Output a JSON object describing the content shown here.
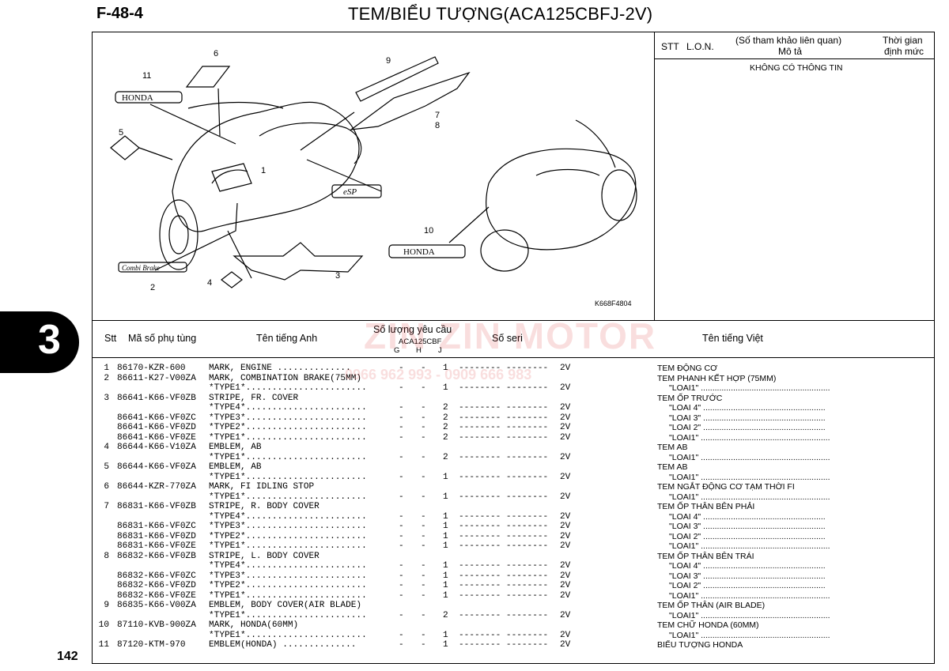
{
  "header": {
    "code": "F-48-4",
    "title": "TEM/BIỂU TƯỢNG(ACA125CBFJ-2V)"
  },
  "section_tab": "3",
  "page_number": "142",
  "right_panel": {
    "col_stt": "STT",
    "col_lon": "L.O.N.",
    "col_ref": "(Số tham khảo liên quan)",
    "col_desc": "Mô tả",
    "col_time_1": "Thời gian",
    "col_time_2": "định mức",
    "note": "KHÔNG CÓ THÔNG TIN"
  },
  "diagram": {
    "figure_code": "K668F4804",
    "callouts": [
      "1",
      "2",
      "3",
      "4",
      "5",
      "6",
      "7",
      "8",
      "9",
      "10",
      "11"
    ],
    "decal_text_honda": "HONDA",
    "decal_text_combi": "Combi Brake",
    "decal_text_esp": "eSP"
  },
  "table": {
    "headers": {
      "stt": "Stt",
      "part_no": "Mã số phụ tùng",
      "name_en": "Tên tiếng Anh",
      "qty": "Số lượng yêu cầu",
      "model": "ACA125CBF",
      "col_g": "G",
      "col_h": "H",
      "col_j": "J",
      "serial": "Số seri",
      "name_vn": "Tên tiếng Việt"
    },
    "rows": [
      {
        "no": "1",
        "part": "86170-KZR-600",
        "name": "MARK, ENGINE ..............",
        "g": "-",
        "h": "-",
        "j": "1",
        "serial": "-------- --------",
        "ver": "2V"
      },
      {
        "no": "2",
        "part": "86611-K27-V00ZA",
        "name": "MARK, COMBINATION BRAKE(75MM)",
        "g": "",
        "h": "",
        "j": "",
        "serial": "",
        "ver": ""
      },
      {
        "no": "",
        "part": "",
        "name": "*TYPE1*.......................",
        "g": "-",
        "h": "-",
        "j": "1",
        "serial": "-------- --------",
        "ver": "2V"
      },
      {
        "no": "3",
        "part": "86641-K66-VF0ZB",
        "name": "STRIPE, FR. COVER",
        "g": "",
        "h": "",
        "j": "",
        "serial": "",
        "ver": ""
      },
      {
        "no": "",
        "part": "",
        "name": "*TYPE4*.......................",
        "g": "-",
        "h": "-",
        "j": "2",
        "serial": "-------- --------",
        "ver": "2V"
      },
      {
        "no": "",
        "part": "86641-K66-VF0ZC",
        "name": "*TYPE3*.......................",
        "g": "-",
        "h": "-",
        "j": "2",
        "serial": "-------- --------",
        "ver": "2V"
      },
      {
        "no": "",
        "part": "86641-K66-VF0ZD",
        "name": "*TYPE2*.......................",
        "g": "-",
        "h": "-",
        "j": "2",
        "serial": "-------- --------",
        "ver": "2V"
      },
      {
        "no": "",
        "part": "86641-K66-VF0ZE",
        "name": "*TYPE1*.......................",
        "g": "-",
        "h": "-",
        "j": "2",
        "serial": "-------- --------",
        "ver": "2V"
      },
      {
        "no": "4",
        "part": "86644-K66-V10ZA",
        "name": "EMBLEM, AB",
        "g": "",
        "h": "",
        "j": "",
        "serial": "",
        "ver": ""
      },
      {
        "no": "",
        "part": "",
        "name": "*TYPE1*.......................",
        "g": "-",
        "h": "-",
        "j": "2",
        "serial": "-------- --------",
        "ver": "2V"
      },
      {
        "no": "5",
        "part": "86644-K66-VF0ZA",
        "name": "EMBLEM, AB",
        "g": "",
        "h": "",
        "j": "",
        "serial": "",
        "ver": ""
      },
      {
        "no": "",
        "part": "",
        "name": "*TYPE1*.......................",
        "g": "-",
        "h": "-",
        "j": "1",
        "serial": "-------- --------",
        "ver": "2V"
      },
      {
        "no": "6",
        "part": "86644-KZR-770ZA",
        "name": "MARK, FI IDLING STOP",
        "g": "",
        "h": "",
        "j": "",
        "serial": "",
        "ver": ""
      },
      {
        "no": "",
        "part": "",
        "name": "*TYPE1*.......................",
        "g": "-",
        "h": "-",
        "j": "1",
        "serial": "-------- --------",
        "ver": "2V"
      },
      {
        "no": "7",
        "part": "86831-K66-VF0ZB",
        "name": "STRIPE, R. BODY COVER",
        "g": "",
        "h": "",
        "j": "",
        "serial": "",
        "ver": ""
      },
      {
        "no": "",
        "part": "",
        "name": "*TYPE4*.......................",
        "g": "-",
        "h": "-",
        "j": "1",
        "serial": "-------- --------",
        "ver": "2V"
      },
      {
        "no": "",
        "part": "86831-K66-VF0ZC",
        "name": "*TYPE3*.......................",
        "g": "-",
        "h": "-",
        "j": "1",
        "serial": "-------- --------",
        "ver": "2V"
      },
      {
        "no": "",
        "part": "86831-K66-VF0ZD",
        "name": "*TYPE2*.......................",
        "g": "-",
        "h": "-",
        "j": "1",
        "serial": "-------- --------",
        "ver": "2V"
      },
      {
        "no": "",
        "part": "86831-K66-VF0ZE",
        "name": "*TYPE1*.......................",
        "g": "-",
        "h": "-",
        "j": "1",
        "serial": "-------- --------",
        "ver": "2V"
      },
      {
        "no": "8",
        "part": "86832-K66-VF0ZB",
        "name": "STRIPE, L. BODY COVER",
        "g": "",
        "h": "",
        "j": "",
        "serial": "",
        "ver": ""
      },
      {
        "no": "",
        "part": "",
        "name": "*TYPE4*.......................",
        "g": "-",
        "h": "-",
        "j": "1",
        "serial": "-------- --------",
        "ver": "2V"
      },
      {
        "no": "",
        "part": "86832-K66-VF0ZC",
        "name": "*TYPE3*.......................",
        "g": "-",
        "h": "-",
        "j": "1",
        "serial": "-------- --------",
        "ver": "2V"
      },
      {
        "no": "",
        "part": "86832-K66-VF0ZD",
        "name": "*TYPE2*.......................",
        "g": "-",
        "h": "-",
        "j": "1",
        "serial": "-------- --------",
        "ver": "2V"
      },
      {
        "no": "",
        "part": "86832-K66-VF0ZE",
        "name": "*TYPE1*.......................",
        "g": "-",
        "h": "-",
        "j": "1",
        "serial": "-------- --------",
        "ver": "2V"
      },
      {
        "no": "9",
        "part": "86835-K66-V00ZA",
        "name": "EMBLEM, BODY COVER(AIR BLADE)",
        "g": "",
        "h": "",
        "j": "",
        "serial": "",
        "ver": ""
      },
      {
        "no": "",
        "part": "",
        "name": "*TYPE1*.......................",
        "g": "-",
        "h": "-",
        "j": "2",
        "serial": "-------- --------",
        "ver": "2V"
      },
      {
        "no": "10",
        "part": "87110-KVB-900ZA",
        "name": "MARK, HONDA(60MM)",
        "g": "",
        "h": "",
        "j": "",
        "serial": "",
        "ver": ""
      },
      {
        "no": "",
        "part": "",
        "name": "*TYPE1*.......................",
        "g": "-",
        "h": "-",
        "j": "1",
        "serial": "-------- --------",
        "ver": "2V"
      },
      {
        "no": "11",
        "part": "87120-KTM-970",
        "name": "EMBLEM(HONDA) ..............",
        "g": "-",
        "h": "-",
        "j": "1",
        "serial": "-------- --------",
        "ver": "2V"
      }
    ],
    "vn_rows": [
      {
        "text": "TEM ĐỘNG CƠ",
        "indent": false
      },
      {
        "text": "TEM PHANH KẾT HỢP (75MM)",
        "indent": false
      },
      {
        "text": "\"LOAI1\" ........................................................",
        "indent": true
      },
      {
        "text": "TEM ỐP TRƯỚC",
        "indent": false
      },
      {
        "text": "\"LOAI 4\" .....................................................",
        "indent": true
      },
      {
        "text": "\"LOAI 3\" .....................................................",
        "indent": true
      },
      {
        "text": "\"LOAI 2\" .....................................................",
        "indent": true
      },
      {
        "text": "\"LOAI1\" ........................................................",
        "indent": true
      },
      {
        "text": "TEM AB",
        "indent": false
      },
      {
        "text": "\"LOAI1\" ........................................................",
        "indent": true
      },
      {
        "text": "TEM AB",
        "indent": false
      },
      {
        "text": "\"LOAI1\" ........................................................",
        "indent": true
      },
      {
        "text": "TEM NGẮT ĐỘNG CƠ TẠM THỜI FI",
        "indent": false
      },
      {
        "text": "\"LOAI1\" ........................................................",
        "indent": true
      },
      {
        "text": "TEM ỐP THÂN BÊN PHẢI",
        "indent": false
      },
      {
        "text": "\"LOAI 4\" .....................................................",
        "indent": true
      },
      {
        "text": "\"LOAI 3\" .....................................................",
        "indent": true
      },
      {
        "text": "\"LOAI 2\" .....................................................",
        "indent": true
      },
      {
        "text": "\"LOAI1\" ........................................................",
        "indent": true
      },
      {
        "text": "TEM ỐP THÂN BÊN TRÁI",
        "indent": false
      },
      {
        "text": "\"LOAI 4\" .....................................................",
        "indent": true
      },
      {
        "text": "\"LOAI 3\" .....................................................",
        "indent": true
      },
      {
        "text": "\"LOAI 2\" .....................................................",
        "indent": true
      },
      {
        "text": "\"LOAI1\" ........................................................",
        "indent": true
      },
      {
        "text": "TEM ỐP THÂN (AIR BLADE)",
        "indent": false
      },
      {
        "text": "\"LOAI1\" ........................................................",
        "indent": true
      },
      {
        "text": "TEM CHỮ HONDA (60MM)",
        "indent": false
      },
      {
        "text": "\"LOAI1\" ........................................................",
        "indent": true
      },
      {
        "text": "BIỂU TƯỢNG HONDA",
        "indent": false
      }
    ]
  },
  "watermark": {
    "brand": "ZIN ZIN MOTOR",
    "phone": "0966 962 993 - 0909 666 983",
    "color": "#dc4646"
  }
}
